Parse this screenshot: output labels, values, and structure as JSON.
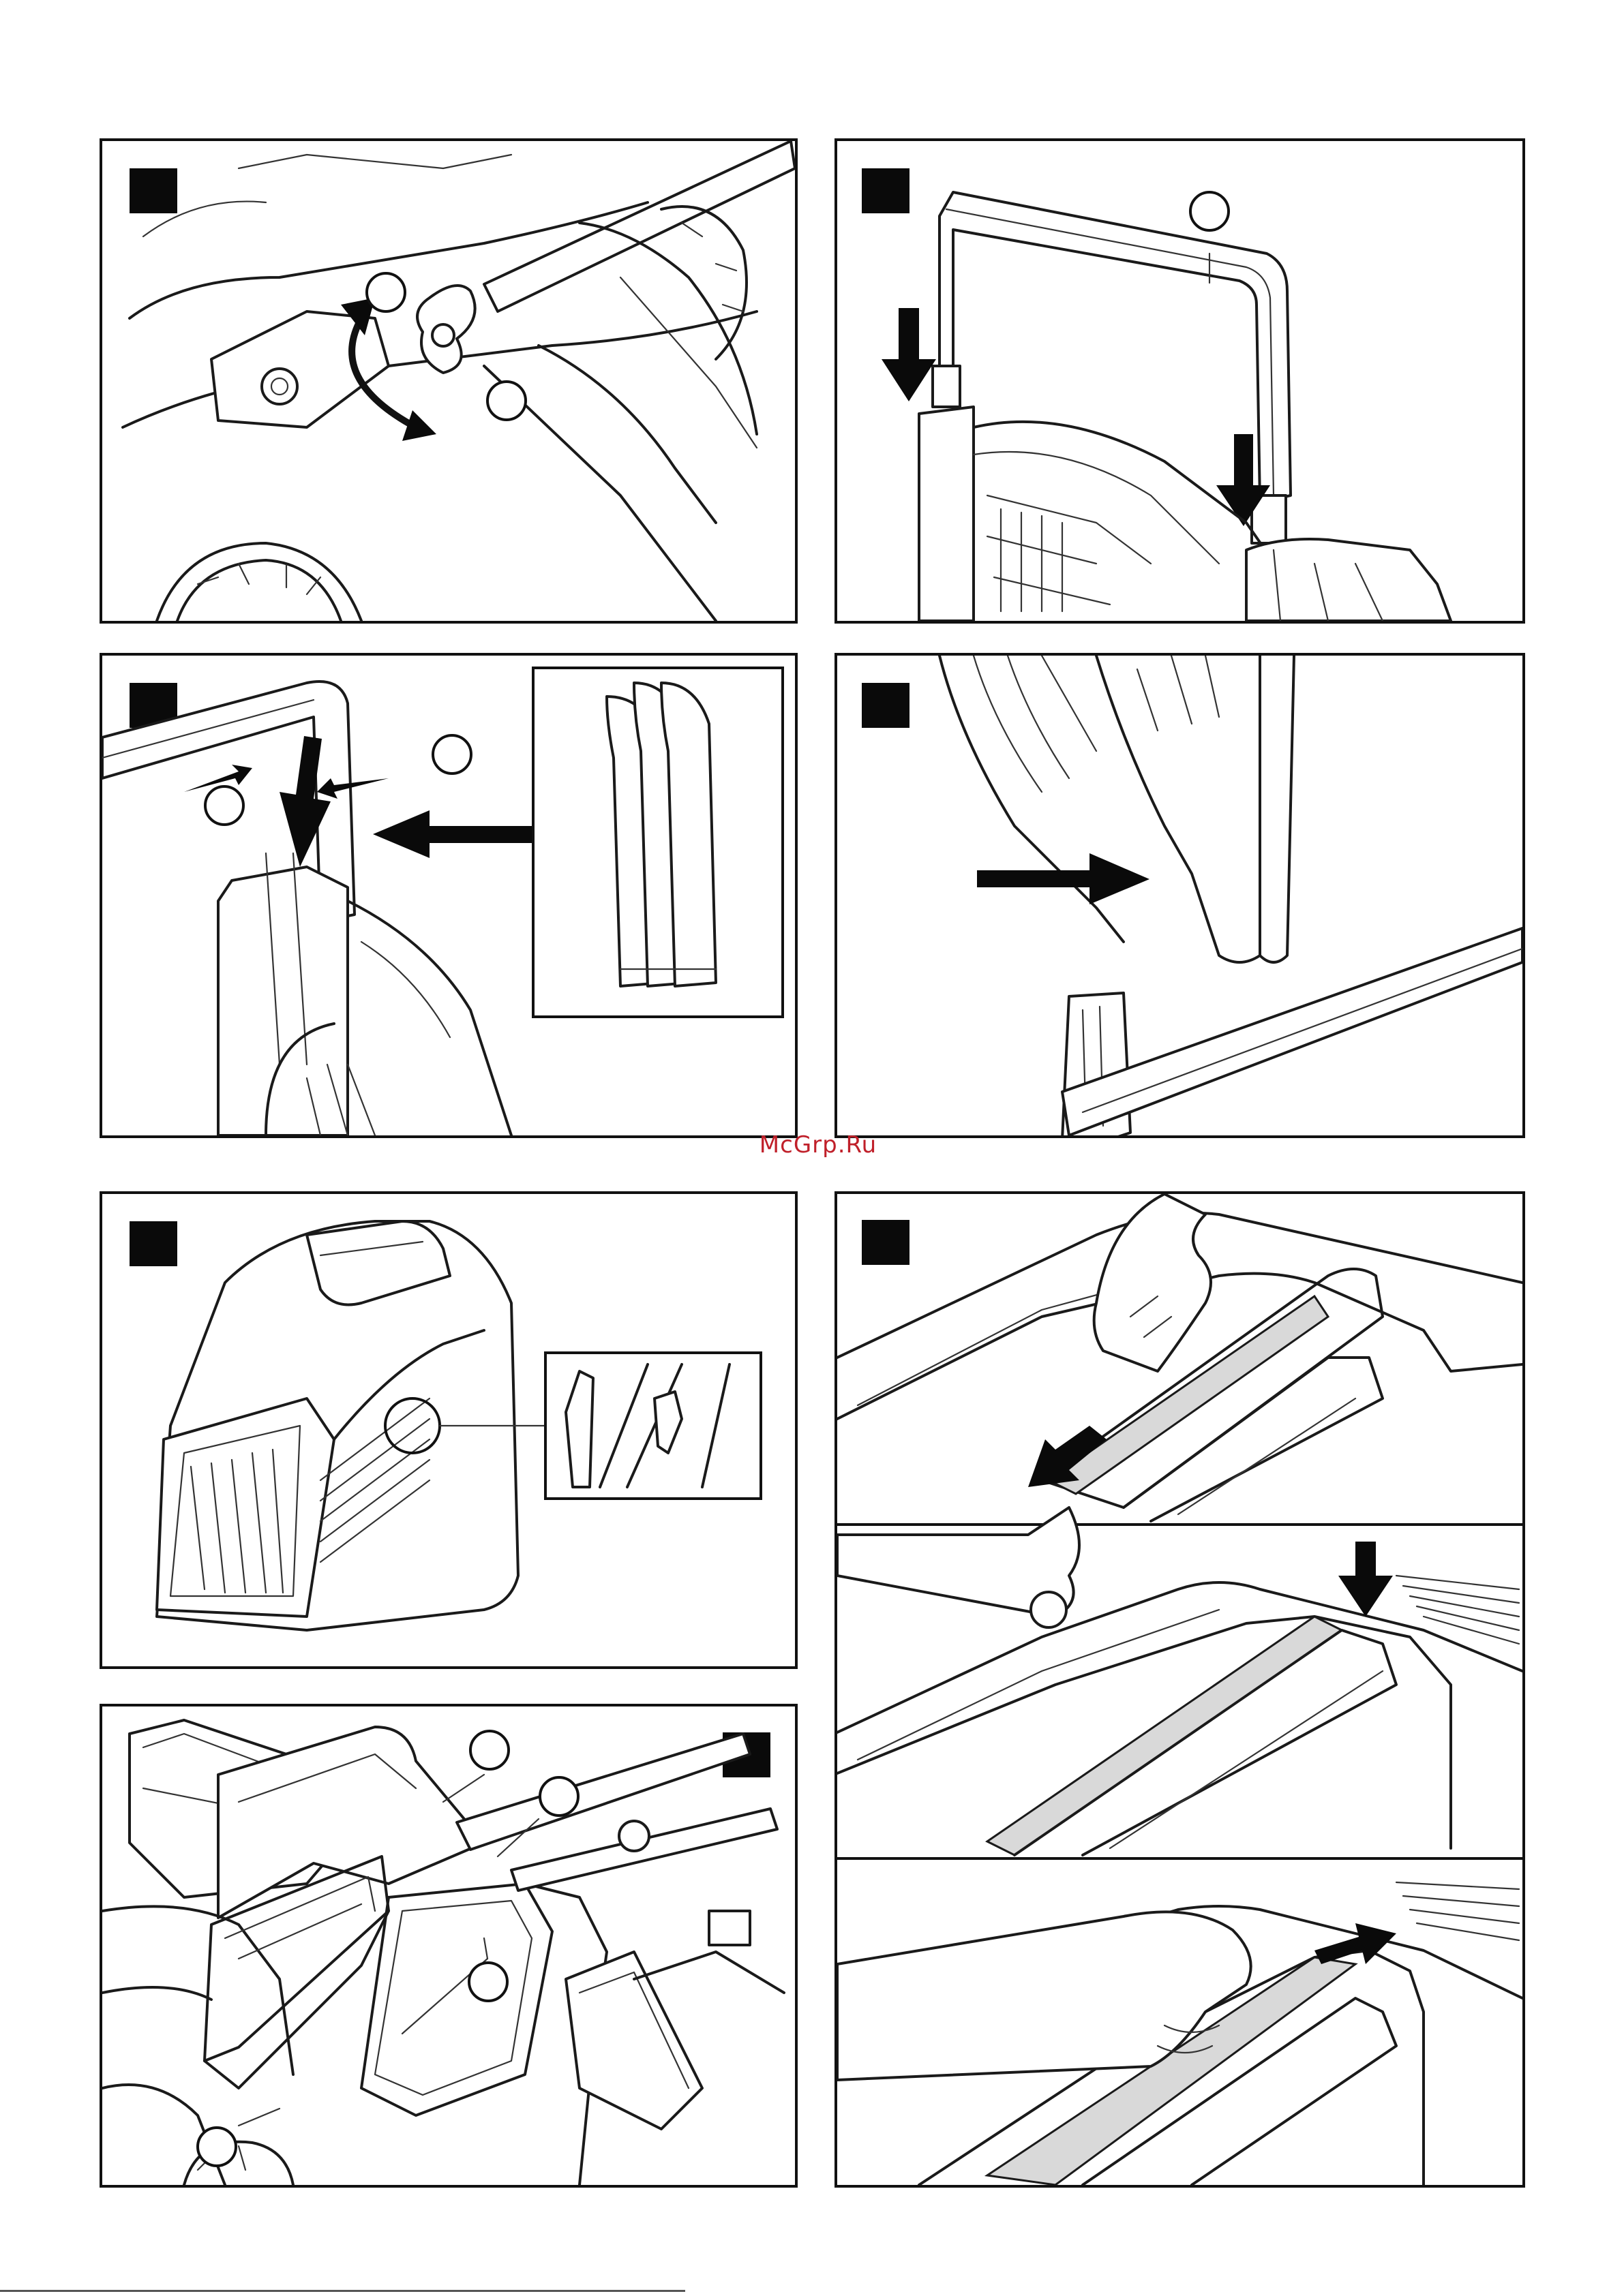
{
  "watermark": {
    "text": "McGrp.Ru",
    "color": "#c0202a"
  },
  "colors": {
    "ink": "#111111",
    "paper": "#ffffff",
    "label_tint": "#d9d9d9"
  },
  "panels": [
    {
      "id": "step-1",
      "scene": "height-adjust-knob",
      "icons": [
        "knob-icon",
        "rotate-arrow-icon"
      ]
    },
    {
      "id": "step-2",
      "scene": "handle-frame-insert",
      "icons": [
        "down-arrow-icon",
        "down-arrow-icon"
      ]
    },
    {
      "id": "step-3",
      "scene": "frame-slide-detail",
      "icons": [
        "down-arrow-icon",
        "left-arrow-icon"
      ]
    },
    {
      "id": "step-4",
      "scene": "frame-clip-side",
      "icons": [
        "right-arrow-icon"
      ]
    },
    {
      "id": "step-5",
      "scene": "grass-bag-assembled",
      "icons": [
        "magnify-detail-icon"
      ]
    },
    {
      "id": "step-6",
      "scene": "fill-indicator-label",
      "icons": [
        "hand-icon",
        "arrow-icon"
      ]
    },
    {
      "id": "step-7",
      "scene": "grass-bag-mount",
      "icons": []
    }
  ]
}
